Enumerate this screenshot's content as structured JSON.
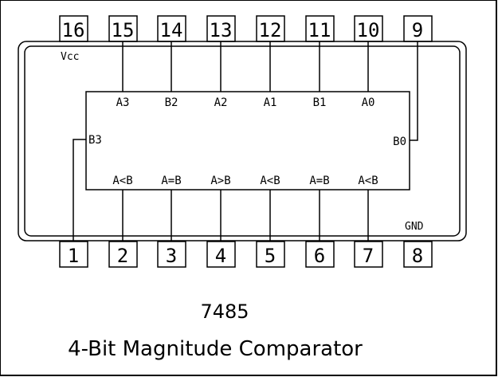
{
  "ic": {
    "part_number": "7485",
    "description": "4-Bit Magnitude Comparator",
    "vcc_label": "Vcc",
    "gnd_label": "GND",
    "top_pins": [
      {
        "number": "16",
        "signal": ""
      },
      {
        "number": "15",
        "signal": "A3"
      },
      {
        "number": "14",
        "signal": "B2"
      },
      {
        "number": "13",
        "signal": "A2"
      },
      {
        "number": "12",
        "signal": "A1"
      },
      {
        "number": "11",
        "signal": "B1"
      },
      {
        "number": "10",
        "signal": "A0"
      },
      {
        "number": "9",
        "signal": "B0"
      }
    ],
    "bottom_pins": [
      {
        "number": "1",
        "signal": "B3"
      },
      {
        "number": "2",
        "signal": "A<B"
      },
      {
        "number": "3",
        "signal": "A=B"
      },
      {
        "number": "4",
        "signal": "A>B"
      },
      {
        "number": "5",
        "signal": "A<B"
      },
      {
        "number": "6",
        "signal": "A=B"
      },
      {
        "number": "7",
        "signal": "A<B"
      },
      {
        "number": "8",
        "signal": ""
      }
    ]
  }
}
